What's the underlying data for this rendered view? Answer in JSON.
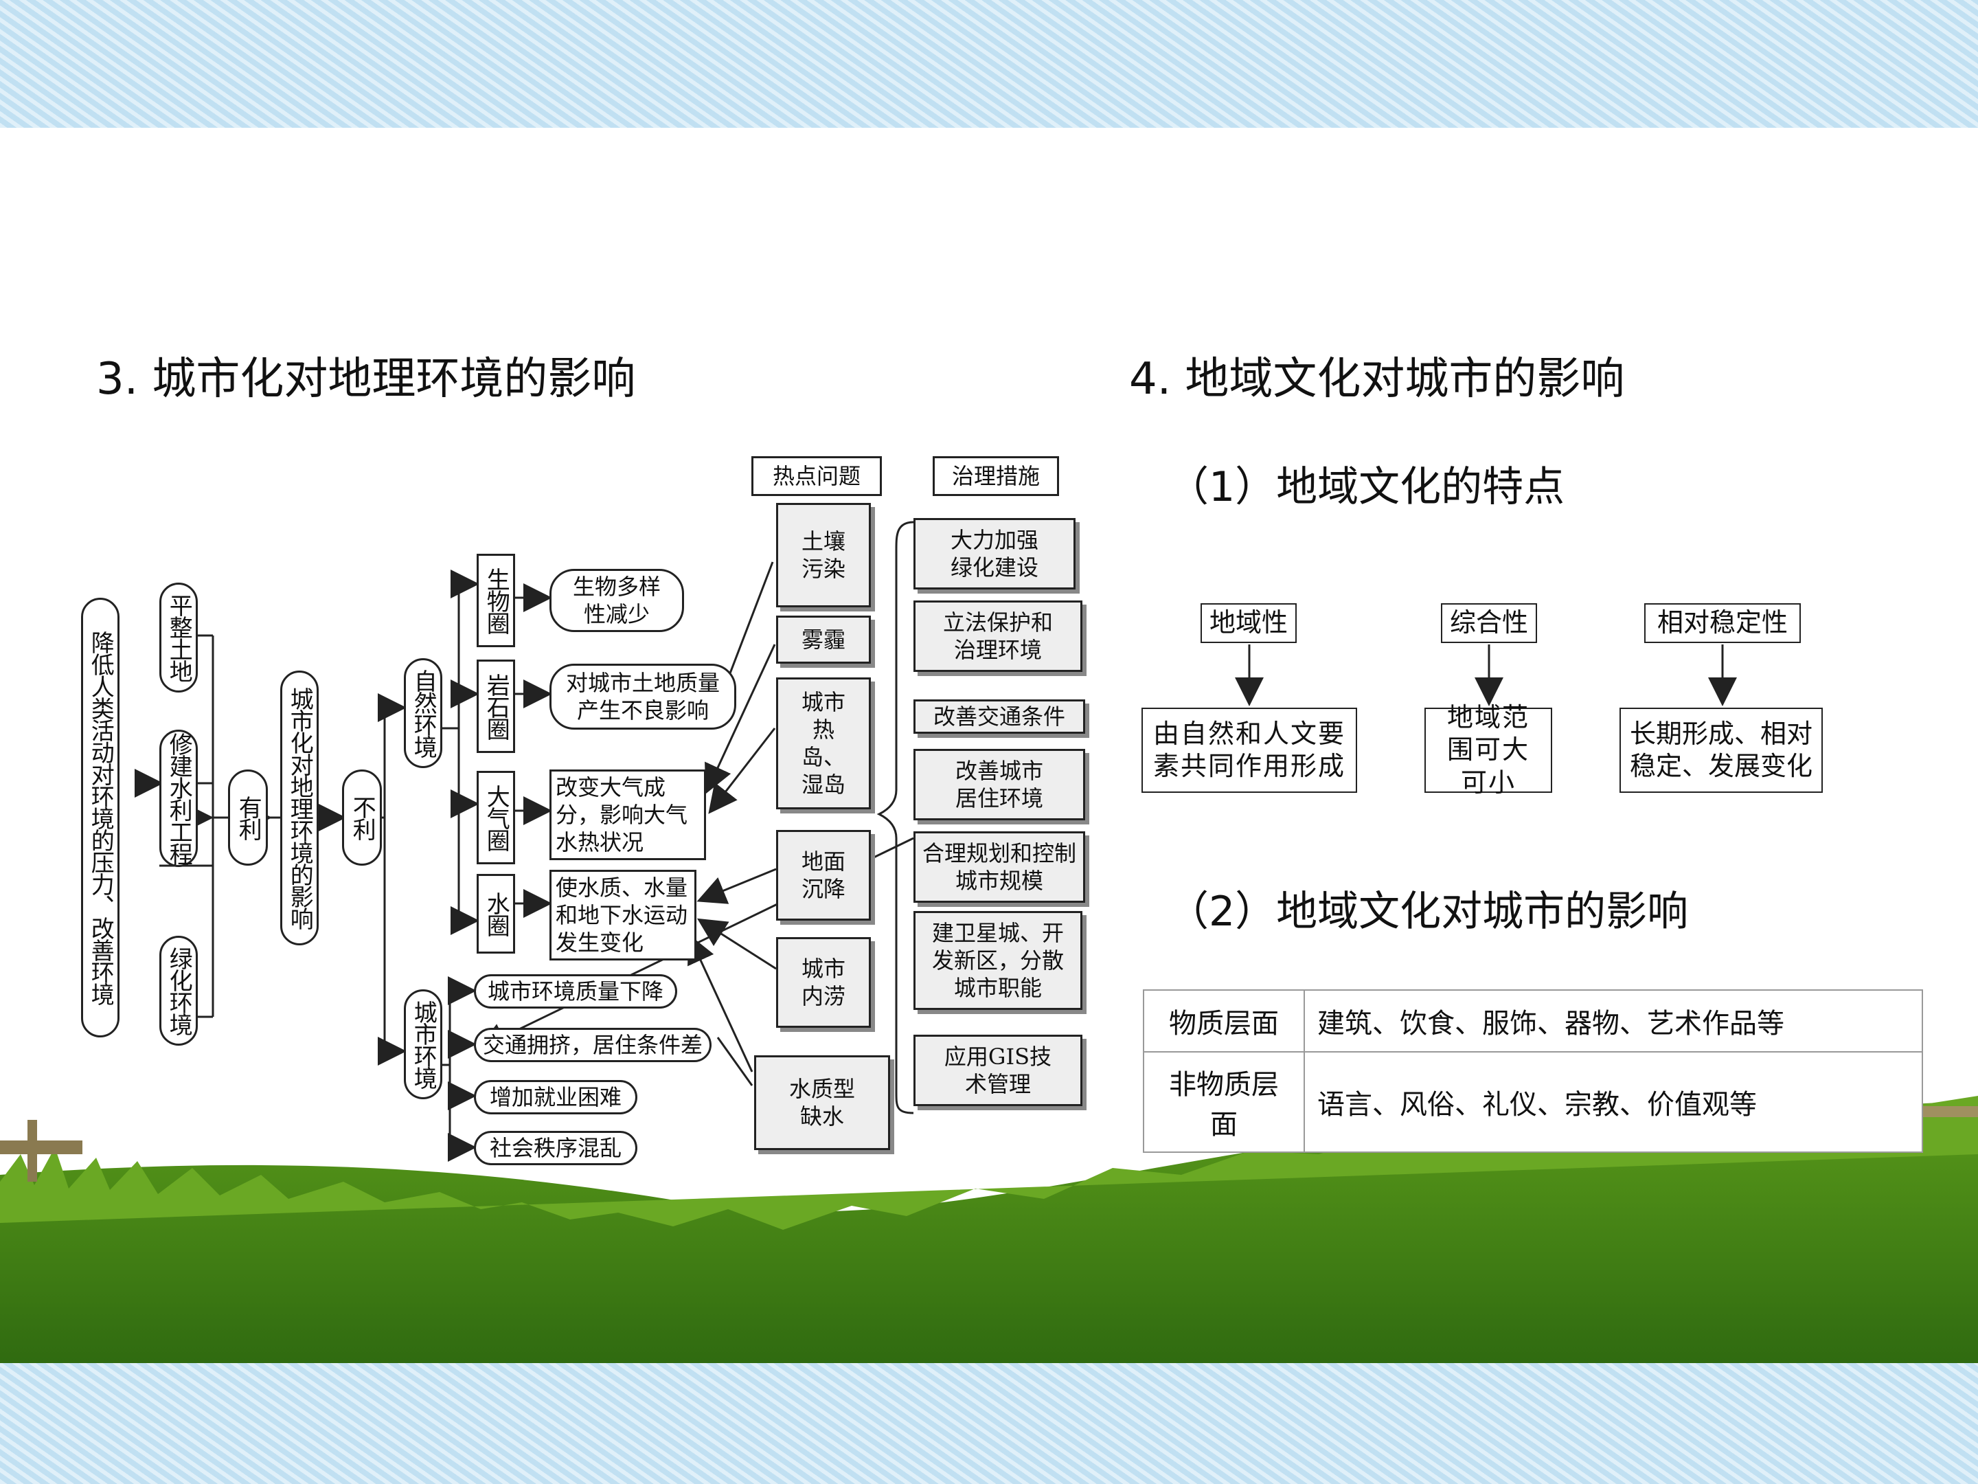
{
  "left_title": "3. 城市化对地理环境的影响",
  "right_title": "4. 地域文化对城市的影响",
  "sub1": "（1）地域文化的特点",
  "sub2": "（2）地域文化对城市的影响",
  "urban": {
    "hot_header": "热点问题",
    "measure_header": "治理措施",
    "root": "降低人类活动对环境的压力、改善环境",
    "beneficial": [
      "平整土地",
      "修建水利工程",
      "绿化环境"
    ],
    "beneficial_label": "有利",
    "center": "城市化对地理环境的影响",
    "harmful_label": "不利",
    "natural_env": "自然环境",
    "urban_env": "城市环境",
    "spheres": [
      "生物圈",
      "岩石圈",
      "大气圈",
      "水圈"
    ],
    "sphere_effects": [
      "生物多样性减少",
      "对城市土地质量产生不良影响",
      "改变大气成分，影响大气水热状况",
      "使水质、水量和地下水运动发生变化"
    ],
    "urban_effects": [
      "城市环境质量下降",
      "交通拥挤，居住条件差",
      "增加就业困难",
      "社会秩序混乱"
    ],
    "hot_issues": [
      "土壤污染",
      "雾霾",
      "城市热岛、湿岛",
      "地面沉降",
      "城市内涝",
      "水质型缺水"
    ],
    "measures": [
      "大力加强绿化建设",
      "立法保护和治理环境",
      "改善交通条件",
      "改善城市居住环境",
      "合理规划和控制城市规模",
      "建卫星城、开发新区，分散城市职能",
      "应用GIS技术管理"
    ]
  },
  "features": [
    {
      "name": "地域性",
      "desc": "由自然和人文要素共同作用形成"
    },
    {
      "name": "综合性",
      "desc": "地域范围可大可小"
    },
    {
      "name": "相对稳定性",
      "desc": "长期形成、相对稳定、发展变化"
    }
  ],
  "culture_table": [
    {
      "level": "物质层面",
      "items": "建筑、饮食、服饰、器物、艺术作品等"
    },
    {
      "level": "非物质层面",
      "items": "语言、风俗、礼仪、宗教、价值观等"
    }
  ]
}
